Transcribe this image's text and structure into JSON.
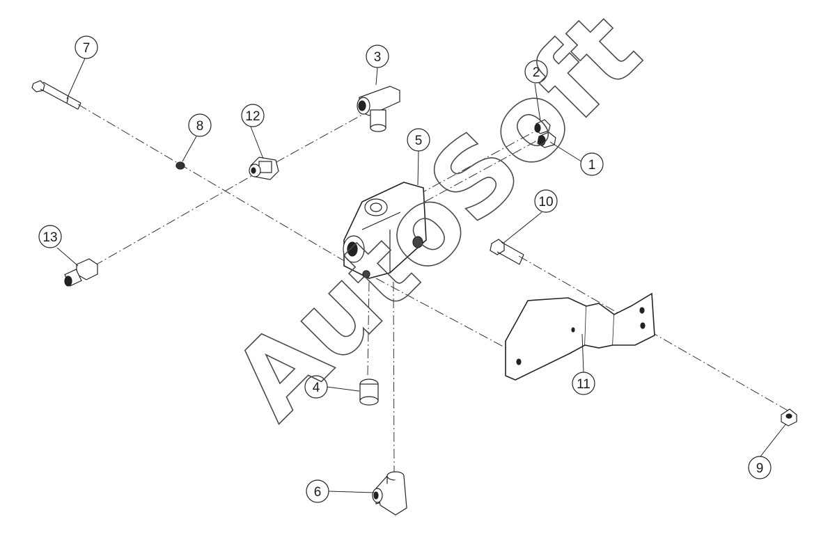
{
  "diagram": {
    "callouts": [
      {
        "id": "c1",
        "label": "1"
      },
      {
        "id": "c2",
        "label": "2"
      },
      {
        "id": "c3",
        "label": "3"
      },
      {
        "id": "c4",
        "label": "4"
      },
      {
        "id": "c5",
        "label": "5"
      },
      {
        "id": "c6",
        "label": "6"
      },
      {
        "id": "c7",
        "label": "7"
      },
      {
        "id": "c8",
        "label": "8"
      },
      {
        "id": "c9",
        "label": "9"
      },
      {
        "id": "c10",
        "label": "10"
      },
      {
        "id": "c11",
        "label": "11"
      },
      {
        "id": "c12",
        "label": "12"
      },
      {
        "id": "c13",
        "label": "13"
      }
    ],
    "watermark": "AutoSoft"
  }
}
